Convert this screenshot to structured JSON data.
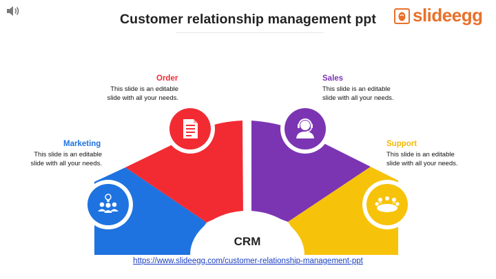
{
  "title": "Customer relationship management ppt",
  "logo": {
    "text": "slideegg",
    "icon": "egg-logo-icon"
  },
  "center_label": "CRM",
  "segments": [
    {
      "label": "Marketing",
      "description": [
        "This slide is an editable",
        "slide with  all your needs."
      ],
      "color": "#1e73e0",
      "icon": "idea-team-icon"
    },
    {
      "label": "Order",
      "description": [
        "This slide is an editable",
        "slide with  all your needs."
      ],
      "color": "#f22b33",
      "icon": "document-icon"
    },
    {
      "label": "Sales",
      "description": [
        "This slide is an editable",
        "slide with  all your needs."
      ],
      "color": "#7b35b3",
      "icon": "headset-agent-icon"
    },
    {
      "label": "Support",
      "description": [
        "This slide is an editable",
        "slide with  all your needs."
      ],
      "color": "#f7c20a",
      "icon": "meeting-group-icon"
    }
  ],
  "footer_link": "https://www.slideegg.com/customer-relationship-management-ppt"
}
